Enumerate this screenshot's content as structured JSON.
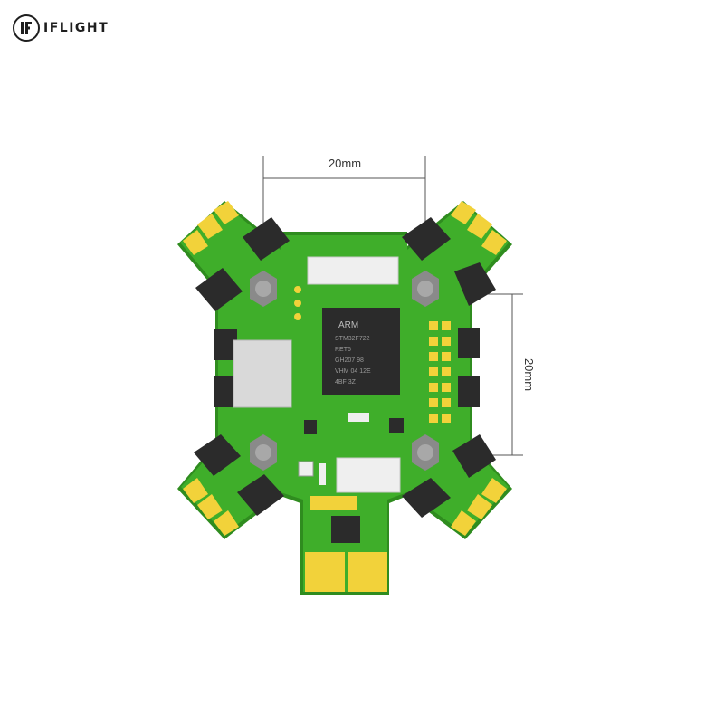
{
  "brand": {
    "name": "IFLIGHT",
    "icon": "iflight-logo-icon"
  },
  "dimensions": {
    "horizontal": "20mm",
    "vertical": "20mm"
  },
  "chip": {
    "lines": [
      "ARM",
      "STM32F722",
      "RET6",
      "GH207 98",
      "VHM 04 12E",
      "4BF 3Z"
    ]
  },
  "colors": {
    "pcb": "#3fae2a",
    "pcb_edge": "#2f8c1f",
    "pad": "#f2d23a",
    "component": "#2b2b2b",
    "standoff": "#8a8a8a",
    "connector": "#efefef",
    "dimension_line": "#555555"
  }
}
